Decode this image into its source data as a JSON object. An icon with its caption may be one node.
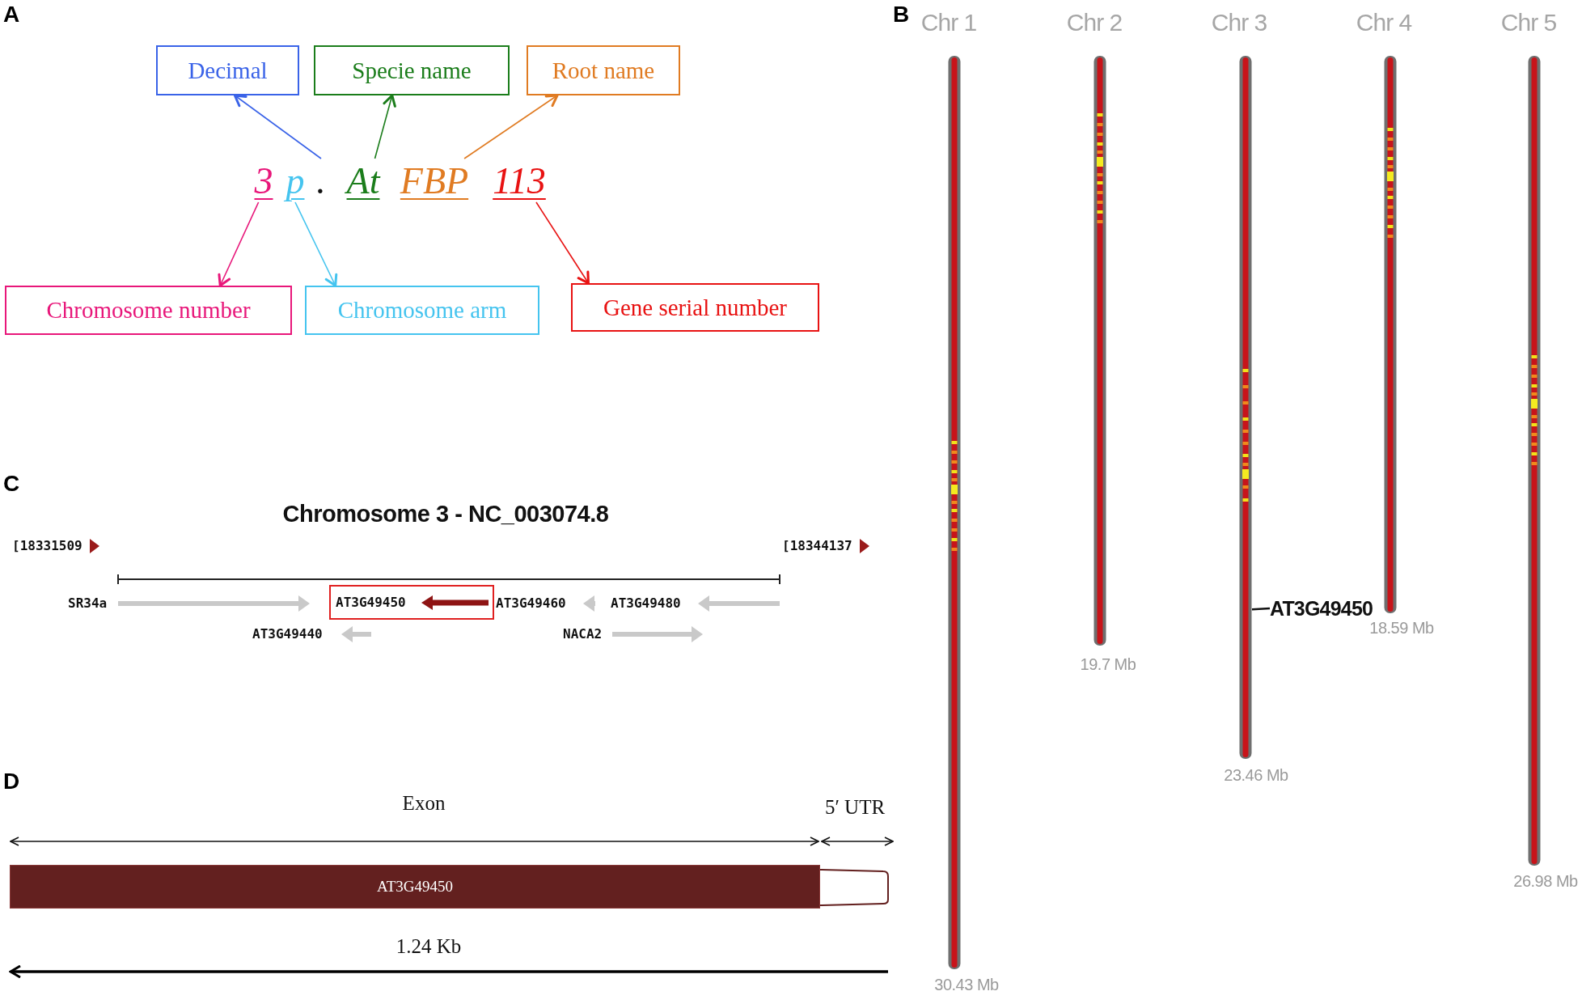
{
  "diagram": {
    "nodes": [
      {
        "text": [
          "Decimal"
        ]
      },
      {
        "text": [
          "Specie name"
        ]
      },
      {
        "text": [
          "Root name"
        ]
      },
      {
        "text": [
          "3"
        ]
      },
      {
        "text": [
          "p"
        ]
      },
      {
        "text": [
          "."
        ]
      },
      {
        "text": [
          "At"
        ]
      },
      {
        "text": [
          "FBP"
        ]
      },
      {
        "text": [
          "113"
        ]
      },
      {
        "text": [
          "Chromosome number"
        ]
      },
      {
        "text": [
          "Chromosome arm"
        ]
      },
      {
        "text": [
          "Gene serial number"
        ]
      },
      {
        "text": [
          "AT3G49450"
        ]
      },
      {
        "text": [
          "AT3G49450"
        ]
      },
      {
        "text": [
          "AT3G49450"
        ]
      },
      {
        "text": [],
        "shape": "bar"
      }
    ],
    "edges": [
      {
        "from": 5,
        "to": 0,
        "arrow": "to",
        "color": "#3a63e8"
      },
      {
        "from": 6,
        "to": 1,
        "arrow": "to",
        "color": "#1b7d1b"
      },
      {
        "from": 7,
        "to": 2,
        "arrow": "to",
        "color": "#e07b22"
      },
      {
        "from": 3,
        "to": 9,
        "arrow": "to",
        "color": "#e8177a"
      },
      {
        "from": 4,
        "to": 10,
        "arrow": "to",
        "color": "#45c4ef"
      },
      {
        "from": 8,
        "to": 11,
        "arrow": "to",
        "color": "#e81212"
      },
      {
        "from": 14,
        "to": 15,
        "arrow": "none",
        "color": "#111111"
      }
    ],
    "labels": [
      "A",
      "B",
      "C",
      "D",
      "Chr 1",
      "Chr 2",
      "Chr 3",
      "Chr 4",
      "Chr 5",
      "18.59 Mb",
      "19.7 Mb",
      "23.46 Mb",
      "26.98 Mb",
      "30.43 Mb",
      "Chromosome 3 - NC_003074.8",
      "[18331509",
      "[18344137",
      "SR34a",
      "AT3G49460",
      "AT3G49480",
      "AT3G49440",
      "NACA2",
      "Exon",
      "5′ UTR",
      "1.24 Kb"
    ]
  }
}
